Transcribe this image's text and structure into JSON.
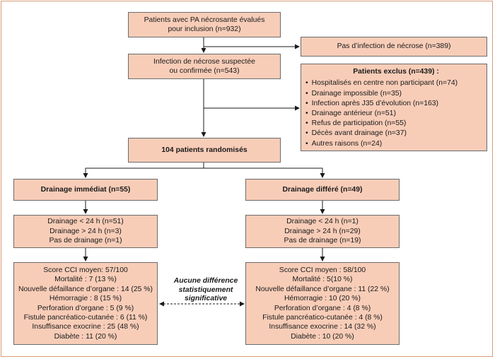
{
  "boxes": {
    "evaluated": [
      "Patients avec PA nécrosante évalués",
      "pour inclusion (n=932)"
    ],
    "no_infection": "Pas d’infection de nécrose (n=389)",
    "suspected": [
      "Infection de nécrose suspectée",
      "ou confirmée (n=543)"
    ],
    "excluded": {
      "title": "Patients exclus (n=439) :",
      "items": [
        "Hospitalisés en centre non participant (n=74)",
        "Drainage impossible (n=35)",
        "Infection après J35 d’évolution (n=163)",
        "Drainage antérieur (n=51)",
        "Refus de participation (n=55)",
        "Décès avant drainage (n=37)",
        "Autres raisons (n=24)"
      ]
    },
    "randomized": "104 patients randomisés",
    "immediate": {
      "title": "Drainage immédiat (n=55)",
      "timing": [
        "Drainage < 24 h (n=51)",
        "Drainage > 24 h (n=3)",
        "Pas de drainage (n=1)"
      ],
      "outcomes": [
        "Score CCI moyen: 57/100",
        "Mortalité : 7 (13 %)",
        "Nouvelle défaillance d’organe : 14 (25 %)",
        "Hémorragie : 8 (15 %)",
        "Perforation d’organe : 5 (9 %)",
        "Fistule pancréatico-cutanée : 6 (11 %)",
        "Insuffisance exocrine : 25 (48 %)",
        "Diabète : 11 (20 %)"
      ]
    },
    "deferred": {
      "title": "Drainage différé (n=49)",
      "timing": [
        "Drainage < 24 h (n=1)",
        "Drainage > 24 h (n=29)",
        "Pas de drainage (n=19)"
      ],
      "outcomes": [
        "Score CCI moyen : 58/100",
        "Mortalité : 5(10 %)",
        "Nouvelle défaillance d’organe : 11 (22 %)",
        "Hémorragie : 10 (20 %)",
        "Perforation d’organe : 4 (8 %)",
        "Fistule pancréatico-cutanée : 4 (8 %)",
        "Insuffisance exocrine : 14 (32 %)",
        "Diabète : 10 (20 %)"
      ]
    }
  },
  "comparison_note": [
    "Aucune différence",
    "statistiquement",
    "significative"
  ],
  "colors": {
    "box_fill": "#f8cdb8",
    "box_border": "#6b6b6b",
    "frame": "#d99a7a",
    "arrow": "#1a1a1a"
  }
}
